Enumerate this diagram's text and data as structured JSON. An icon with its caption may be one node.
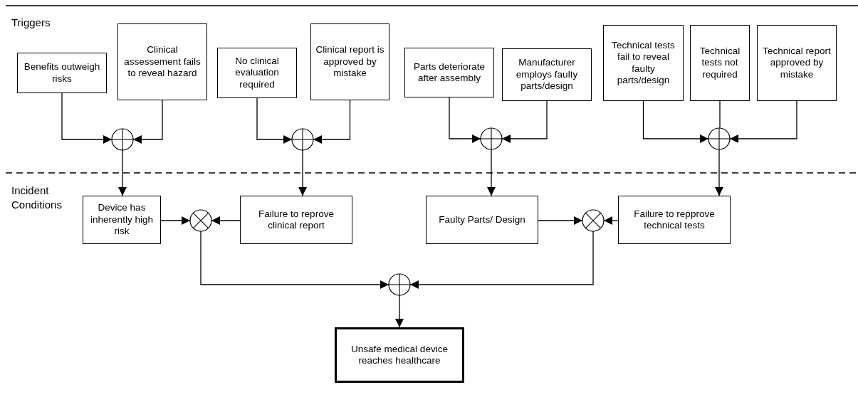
{
  "diagram": {
    "nodes": [
      {
        "text": [
          "Benefits outweigh risks"
        ]
      },
      {
        "text": [
          "Clinical assessement fails to reveal hazard"
        ]
      },
      {
        "text": [
          "No clinical evaluation required"
        ]
      },
      {
        "text": [
          "Clinical report is approved by mistake"
        ]
      },
      {
        "text": [
          "Parts deteriorate after assembly"
        ]
      },
      {
        "text": [
          "Manufacturer employs faulty parts/design"
        ]
      },
      {
        "text": [
          "Technical tests fail to reveal faulty parts/design"
        ]
      },
      {
        "text": [
          "Technical tests not required"
        ]
      },
      {
        "text": [
          "Technical report approved by mistake"
        ]
      },
      {
        "text": [],
        "shape": "circle"
      },
      {
        "text": [],
        "shape": "circle"
      },
      {
        "text": [],
        "shape": "circle"
      },
      {
        "text": [],
        "shape": "circle"
      },
      {
        "text": [
          "Device has inherently high risk"
        ]
      },
      {
        "text": [],
        "shape": "circle"
      },
      {
        "text": [
          "Failure to reprove clinical report"
        ]
      },
      {
        "text": [
          "Faulty Parts/ Design"
        ]
      },
      {
        "text": [],
        "shape": "circle"
      },
      {
        "text": [
          "Failure to repprove technical tests"
        ]
      },
      {
        "text": [],
        "shape": "circle"
      },
      {
        "text": [
          "Unsafe medical device reaches healthcare"
        ]
      }
    ],
    "edges": [
      {
        "from": 0,
        "to": 9,
        "arrow": "to"
      },
      {
        "from": 1,
        "to": 9,
        "arrow": "to"
      },
      {
        "from": 2,
        "to": 10,
        "arrow": "to"
      },
      {
        "from": 3,
        "to": 10,
        "arrow": "to"
      },
      {
        "from": 4,
        "to": 11,
        "arrow": "to"
      },
      {
        "from": 5,
        "to": 11,
        "arrow": "to"
      },
      {
        "from": 6,
        "to": 12,
        "arrow": "to"
      },
      {
        "from": 7,
        "to": 12,
        "arrow": "none"
      },
      {
        "from": 8,
        "to": 12,
        "arrow": "to"
      },
      {
        "from": 9,
        "to": 13,
        "arrow": "to"
      },
      {
        "from": 10,
        "to": 15,
        "arrow": "to"
      },
      {
        "from": 11,
        "to": 16,
        "arrow": "to"
      },
      {
        "from": 12,
        "to": 18,
        "arrow": "to"
      },
      {
        "from": 13,
        "to": 14,
        "arrow": "to"
      },
      {
        "from": 15,
        "to": 14,
        "arrow": "to"
      },
      {
        "from": 16,
        "to": 17,
        "arrow": "to"
      },
      {
        "from": 18,
        "to": 17,
        "arrow": "to"
      },
      {
        "from": 14,
        "to": 19,
        "arrow": "to"
      },
      {
        "from": 17,
        "to": 19,
        "arrow": "to"
      },
      {
        "from": 19,
        "to": 20,
        "arrow": "to"
      }
    ],
    "labels": [
      "Triggers",
      "Incident Conditions"
    ]
  }
}
